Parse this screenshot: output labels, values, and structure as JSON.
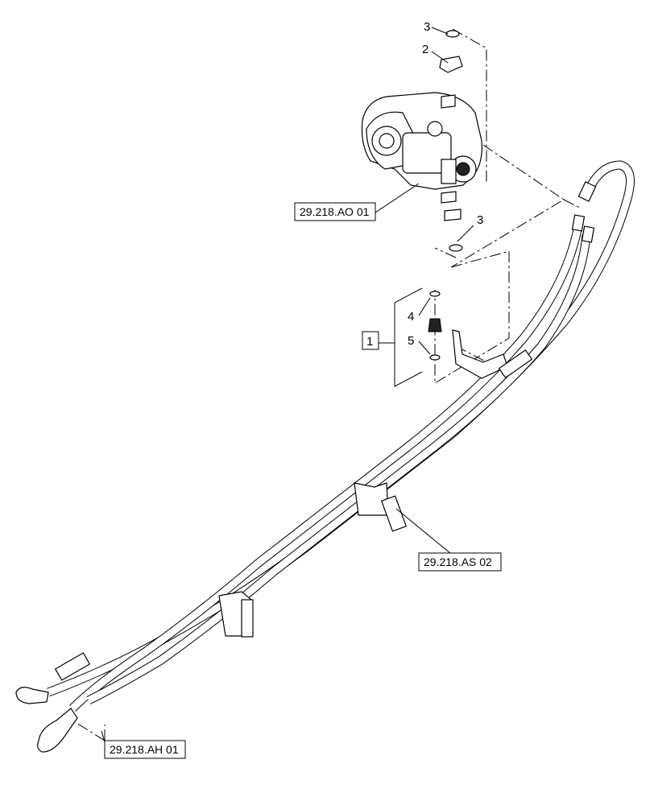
{
  "callouts": {
    "item_1": "1",
    "item_2": "2",
    "item_3_top": "3",
    "item_3_bottom": "3",
    "item_4": "4",
    "item_5": "5"
  },
  "references": {
    "pump_ref": "29.218.AO 01",
    "bracket_ref": "29.218.AS 02",
    "coupler_ref": "29.218.AH 01"
  }
}
